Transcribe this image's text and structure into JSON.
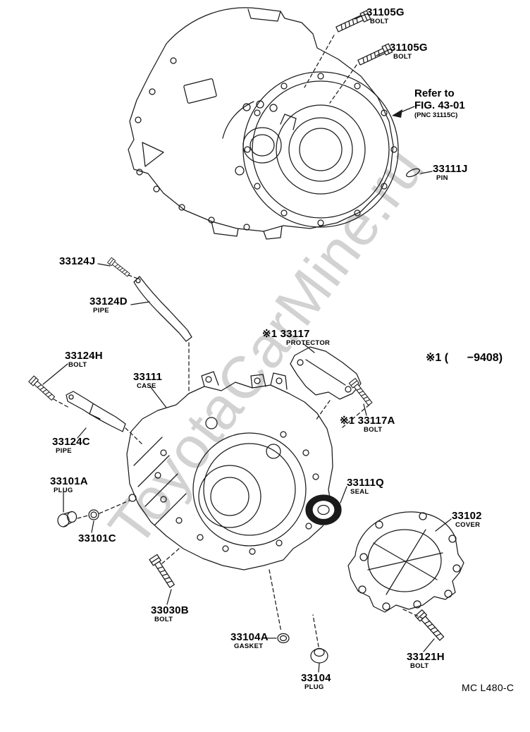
{
  "page": {
    "watermark": "ToyotaCarMine.ru",
    "footer_code": "MC L480-C",
    "variant_note": "※1 (      −9408)",
    "refer_note": {
      "line1": "Refer to",
      "line2": "FIG. 43-01",
      "line3": "(PNC 31115C)"
    }
  },
  "colors": {
    "line": "#1a1a1a",
    "watermark": "#c7c7c7",
    "background": "#ffffff"
  },
  "labels": [
    {
      "part": "31105G",
      "sub": "BOLT"
    },
    {
      "part": "31105G",
      "sub": "BOLT"
    },
    {
      "part": "33111J",
      "sub": "PIN"
    },
    {
      "part": "33124J"
    },
    {
      "part": "33124D",
      "sub": "PIPE"
    },
    {
      "part": "33124H",
      "sub": "BOLT"
    },
    {
      "part": "33111",
      "sub": "CASE"
    },
    {
      "part": "※1 33117",
      "sub": "PROTECTOR"
    },
    {
      "part": "※1 33117A",
      "sub": "BOLT"
    },
    {
      "part": "33124C",
      "sub": "PIPE"
    },
    {
      "part": "33101A",
      "sub": "PLUG"
    },
    {
      "part": "33101C"
    },
    {
      "part": "33111Q",
      "sub": "SEAL"
    },
    {
      "part": "33102",
      "sub": "COVER"
    },
    {
      "part": "33030B",
      "sub": "BOLT"
    },
    {
      "part": "33104A",
      "sub": "GASKET"
    },
    {
      "part": "33104",
      "sub": "PLUG"
    },
    {
      "part": "33121H",
      "sub": "BOLT"
    }
  ]
}
